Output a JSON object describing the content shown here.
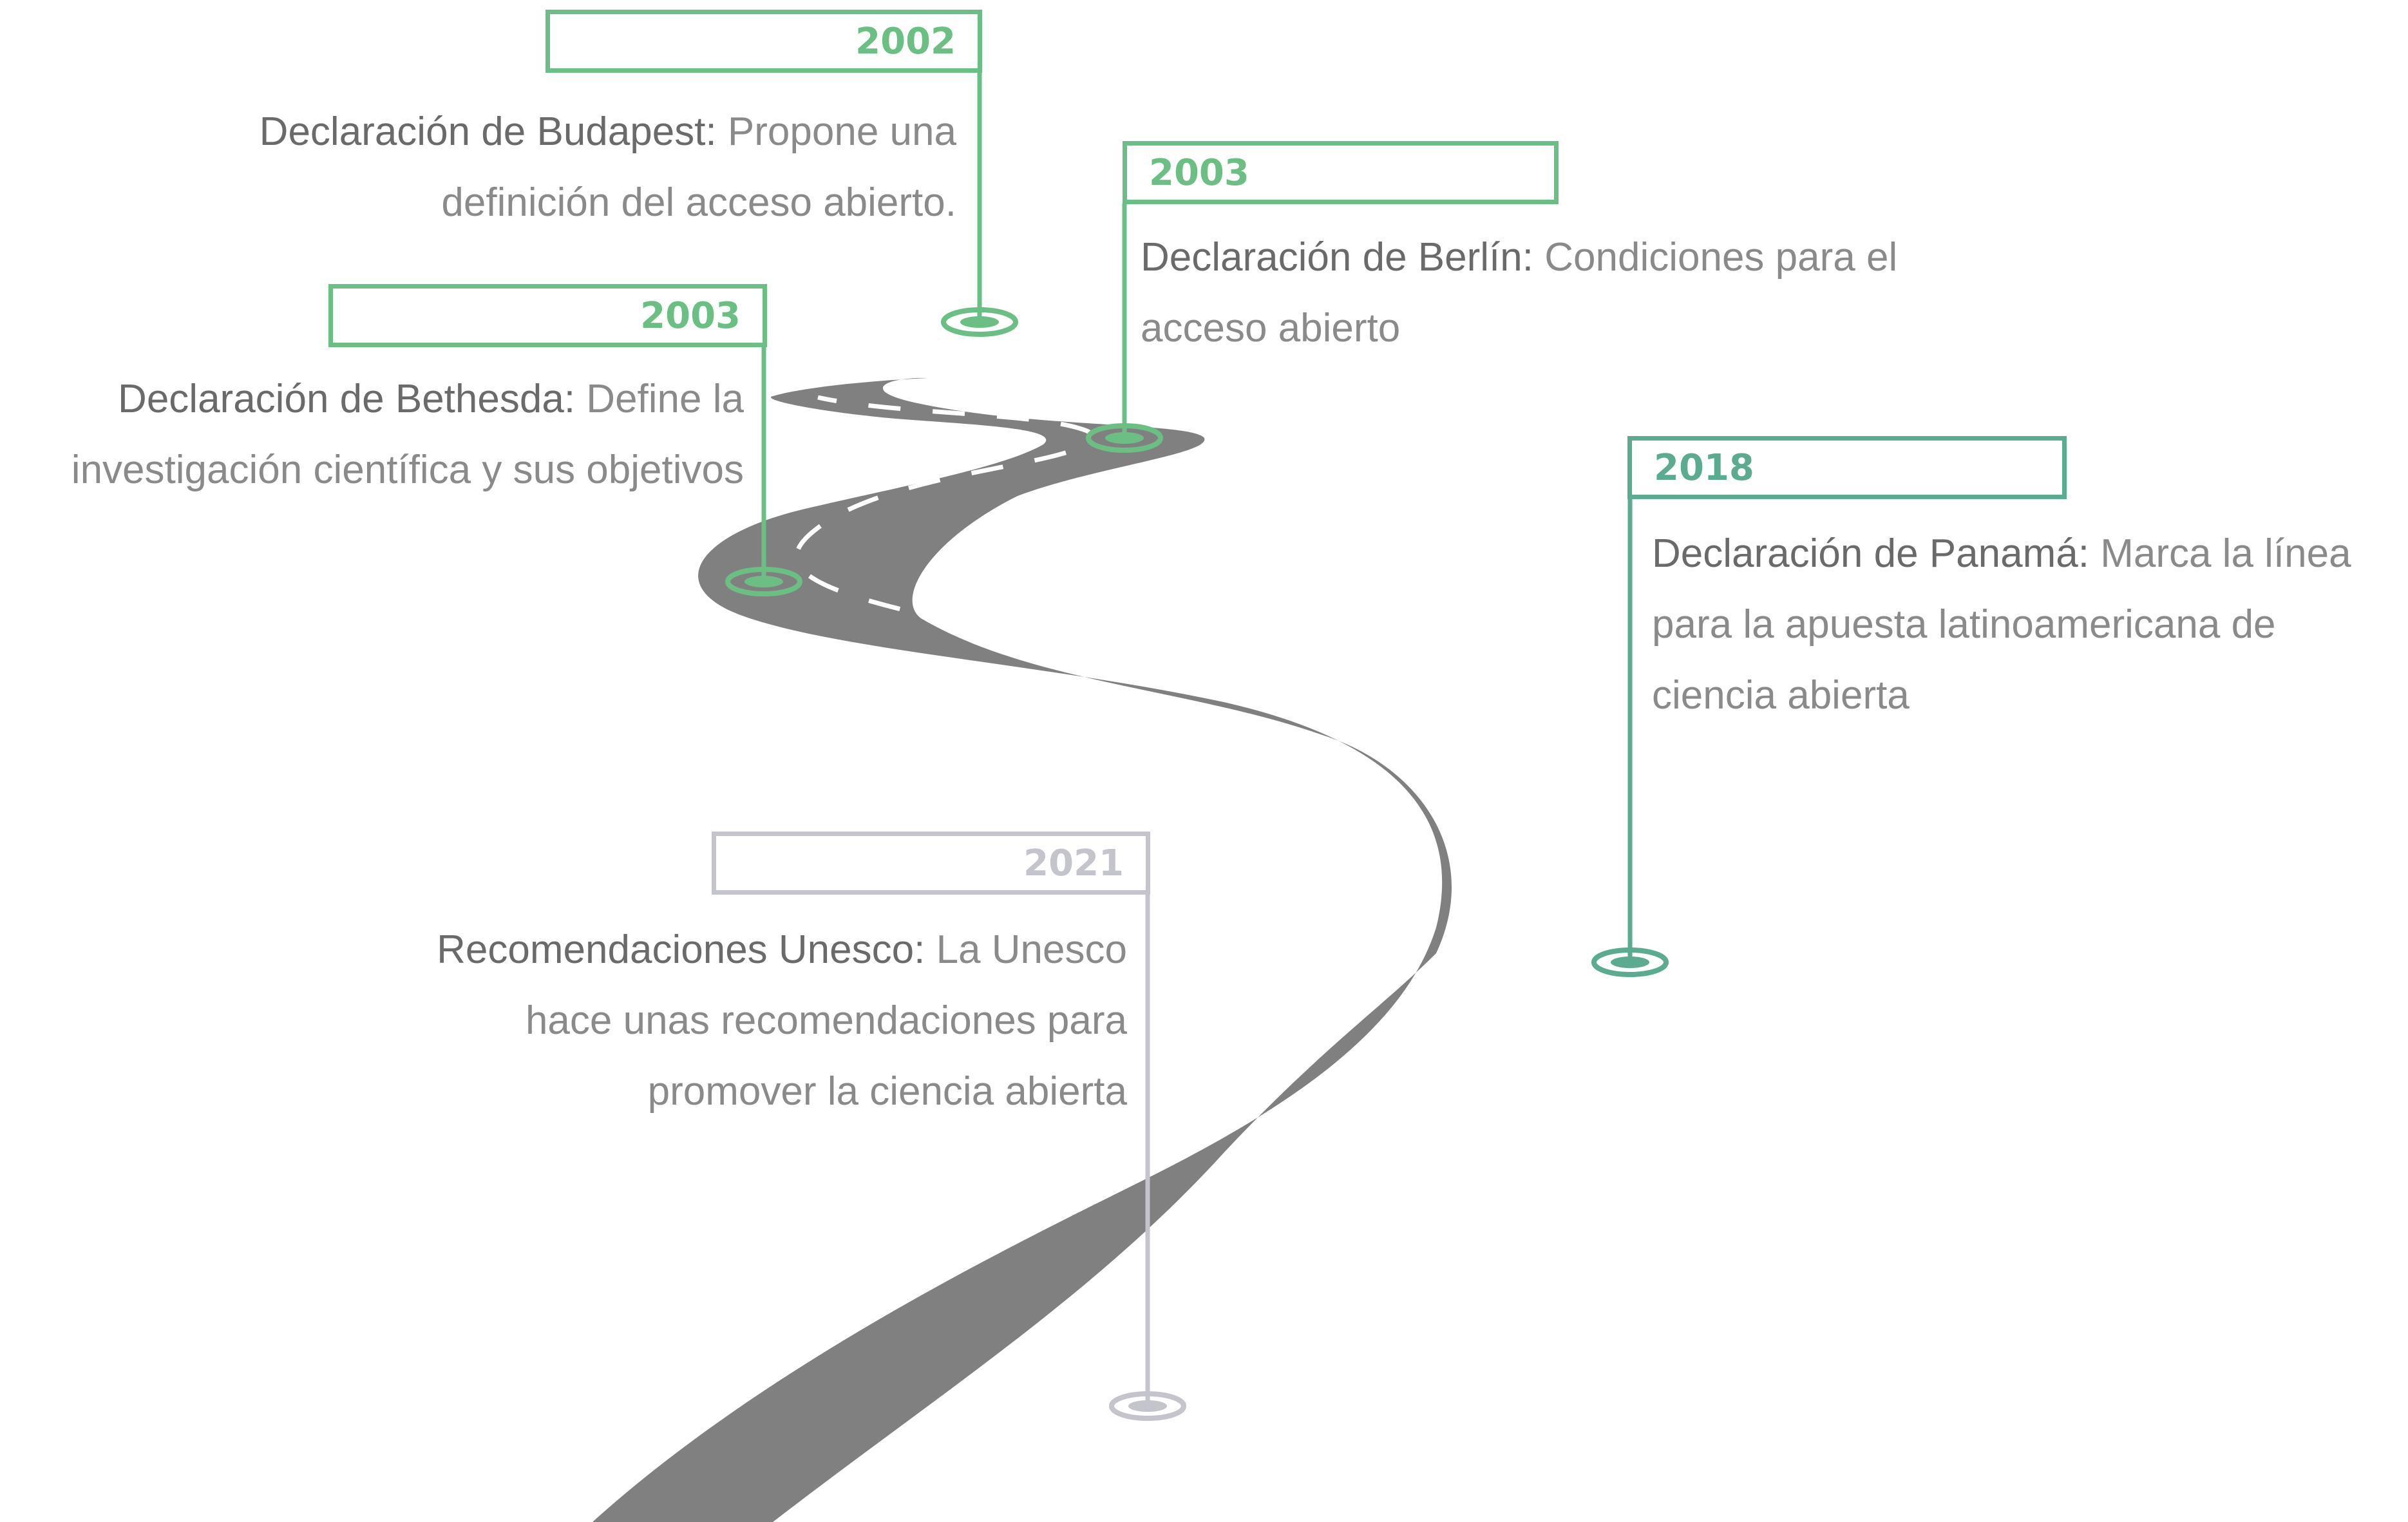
{
  "colors": {
    "road": "#808080",
    "lane": "#ffffff",
    "green": "#6cbf84",
    "teal": "#5aab8f",
    "grey": "#c4c4cc",
    "title_text": "#6a6a6a",
    "body_text": "#8a8a8a"
  },
  "milestones": [
    {
      "year": "2002",
      "title": "Declaración de Budapest:",
      "text": "Propone una definición del acceso abierto."
    },
    {
      "year": "2003",
      "title": "Declaración de Berlín:",
      "text": "Condiciones para el acceso abierto"
    },
    {
      "year": "2003",
      "title": "Declaración de Bethesda:",
      "text": "Define la investigación científica y sus objetivos"
    },
    {
      "year": "2018",
      "title": "Declaración de Panamá:",
      "text": "Marca la línea para la apuesta latinoamericana de ciencia abierta"
    },
    {
      "year": "2021",
      "title": "Recomendaciones Unesco:",
      "text": "La Unesco hace unas recomendaciones para promover la ciencia abierta"
    }
  ]
}
